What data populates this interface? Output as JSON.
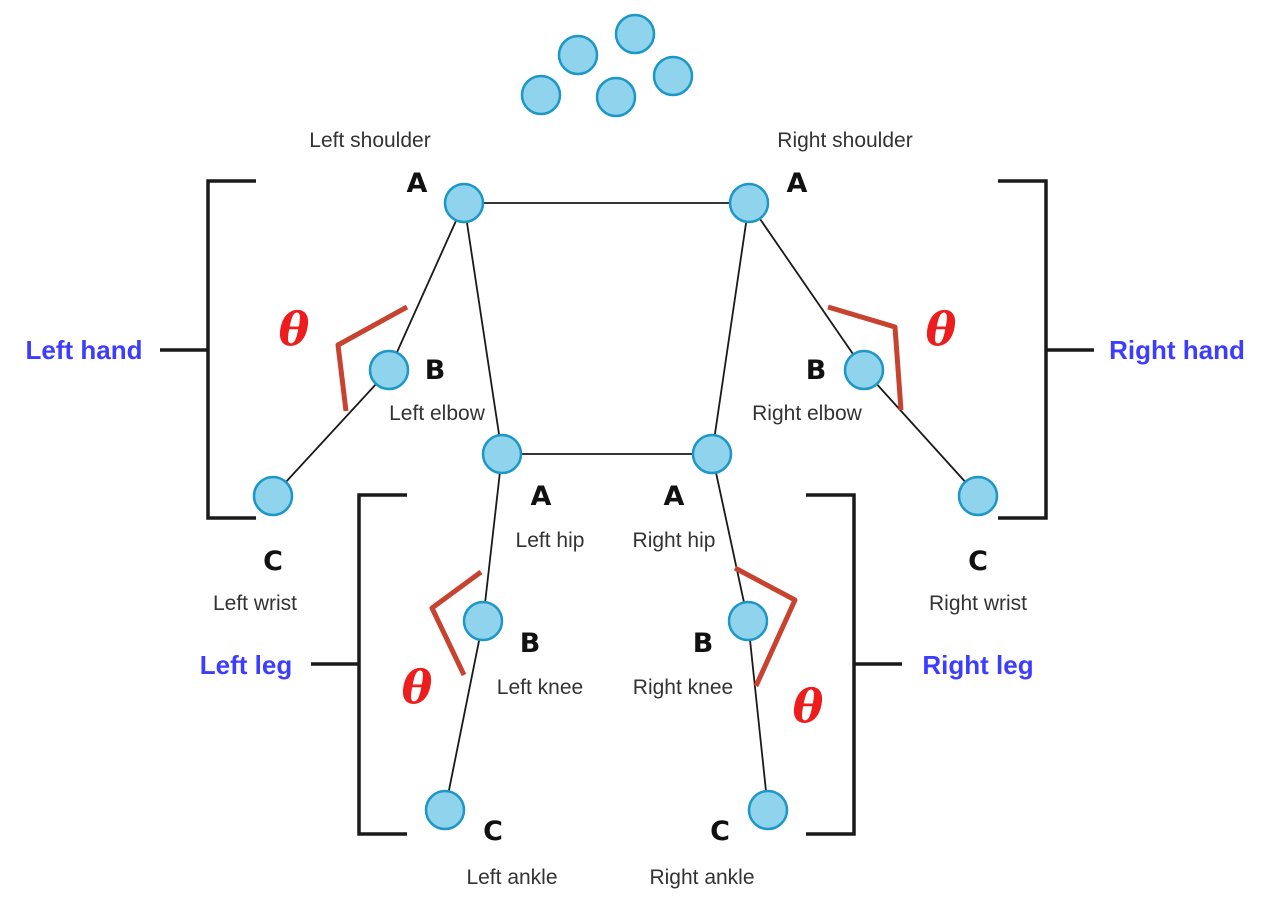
{
  "labels": {
    "left_shoulder": "Left shoulder",
    "right_shoulder": "Right shoulder",
    "left_elbow": "Left elbow",
    "right_elbow": "Right elbow",
    "left_wrist": "Left wrist",
    "right_wrist": "Right wrist",
    "left_hip": "Left hip",
    "right_hip": "Right hip",
    "left_knee": "Left knee",
    "right_knee": "Right knee",
    "left_ankle": "Left ankle",
    "right_ankle": "Right ankle"
  },
  "points": {
    "a": "A",
    "b": "B",
    "c": "C"
  },
  "groups": {
    "left_hand": "Left hand",
    "right_hand": "Right hand",
    "left_leg": "Left leg",
    "right_leg": "Right leg"
  },
  "angle_symbol": "θ",
  "colors": {
    "joint_fill": "#8fd3ec",
    "joint_stroke": "#1c97c6",
    "angle_arc": "#c8432f",
    "theta": "#ee1c1c",
    "group_label": "#3d3dff"
  }
}
